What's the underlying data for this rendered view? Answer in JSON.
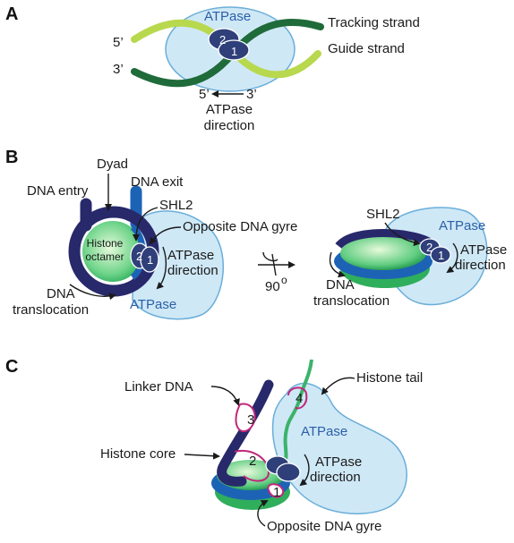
{
  "colors": {
    "atpase_fill": "#cfe8f6",
    "atpase_stroke": "#6aaed9",
    "atpase_text": "#2a5fa8",
    "subunit_fill": "#2f3f7a",
    "tracking_strand": "#1f6b3a",
    "guide_strand": "#b8d84e",
    "dna_dark": "#27296b",
    "dna_blue": "#1d63b5",
    "histone_green": "#3ec06e",
    "histone_light": "#d8f5cc",
    "contact_magenta": "#c0287a",
    "tail_green": "#3bb36a"
  },
  "panel_a": {
    "letter": "A",
    "atpase": "ATPase",
    "subunit_1": "1",
    "subunit_2": "2",
    "tracking_strand": "Tracking strand",
    "guide_strand": "Guide strand",
    "five_prime": "5’",
    "three_prime": "3’",
    "dir_five": "5’",
    "dir_three": "3’",
    "dir_label_1": "ATPase",
    "dir_label_2": "direction"
  },
  "panel_b": {
    "letter": "B",
    "dyad": "Dyad",
    "dna_entry": "DNA entry",
    "dna_exit": "DNA exit",
    "shl2": "SHL2",
    "opposite_gyre": "Opposite DNA gyre",
    "histone_1": "Histone",
    "histone_2": "octamer",
    "subunit_1": "1",
    "subunit_2": "2",
    "atpase_dir_1": "ATPase",
    "atpase_dir_2": "direction",
    "atpase": "ATPase",
    "translocation_1": "DNA",
    "translocation_2": "translocation",
    "rotation": "90",
    "rotation_unit": "o",
    "right_shl2": "SHL2",
    "right_atpase": "ATPase",
    "right_subunit_1": "1",
    "right_subunit_2": "2",
    "right_dir_1": "ATPase",
    "right_dir_2": "direction",
    "right_trans_1": "DNA",
    "right_trans_2": "translocation"
  },
  "panel_c": {
    "letter": "C",
    "linker_dna": "Linker DNA",
    "histone_tail": "Histone tail",
    "histone_core": "Histone core",
    "atpase": "ATPase",
    "atpase_dir_1": "ATPase",
    "atpase_dir_2": "direction",
    "opposite_gyre": "Opposite DNA gyre",
    "site_1": "1",
    "site_2": "2",
    "site_3": "3",
    "site_4": "4"
  }
}
